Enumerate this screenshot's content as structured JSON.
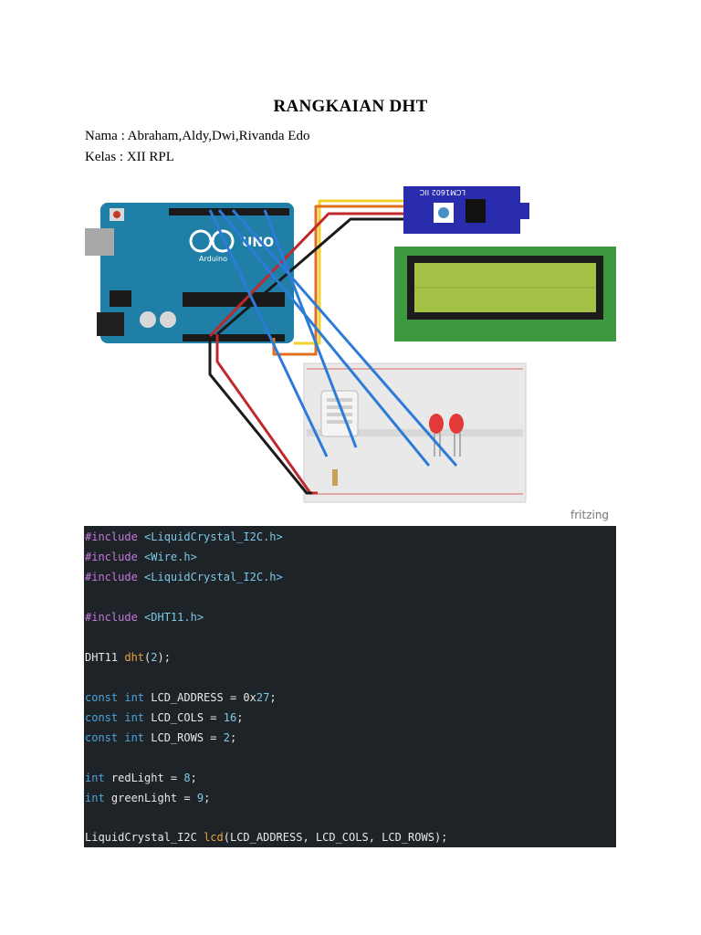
{
  "document": {
    "title": "RANGKAIAN DHT",
    "name_line": "Nama : Abraham,Aldy,Dwi,Rivanda Edo",
    "class_line": "Kelas : XII RPL"
  },
  "figure": {
    "board_label": "UNO",
    "board_brand": "Arduino",
    "lcd_module_label": "LCM1602 IIC",
    "watermark": "fritzing"
  },
  "code": {
    "line1": {
      "directive": "#include",
      "header": "<LiquidCrystal_I2C.h>"
    },
    "line2": {
      "directive": "#include",
      "header": "<Wire.h>"
    },
    "line3": {
      "directive": "#include",
      "header": "<LiquidCrystal_I2C.h>"
    },
    "line4": {
      "directive": "#include",
      "header": "<DHT11.h>"
    },
    "line5": {
      "type": "DHT11",
      "name": "dht",
      "open": "(",
      "arg": "2",
      "close": ");"
    },
    "line6": {
      "kw": "const int",
      "text": " LCD_ADDRESS = 0x",
      "num": "27",
      "end": ";"
    },
    "line7": {
      "kw": "const int",
      "text": " LCD_COLS = ",
      "num": "16",
      "end": ";"
    },
    "line8": {
      "kw": "const int",
      "text": " LCD_ROWS = ",
      "num": "2",
      "end": ";"
    },
    "line9": {
      "kw": "int",
      "text": " redLight = ",
      "num": "8",
      "end": ";"
    },
    "line10": {
      "kw": "int",
      "text": " greenLight = ",
      "num": "9",
      "end": ";"
    },
    "line11": {
      "type": "LiquidCrystal_I2C",
      "name": "lcd",
      "args": "(LCD_ADDRESS, LCD_COLS, LCD_ROWS);"
    }
  }
}
